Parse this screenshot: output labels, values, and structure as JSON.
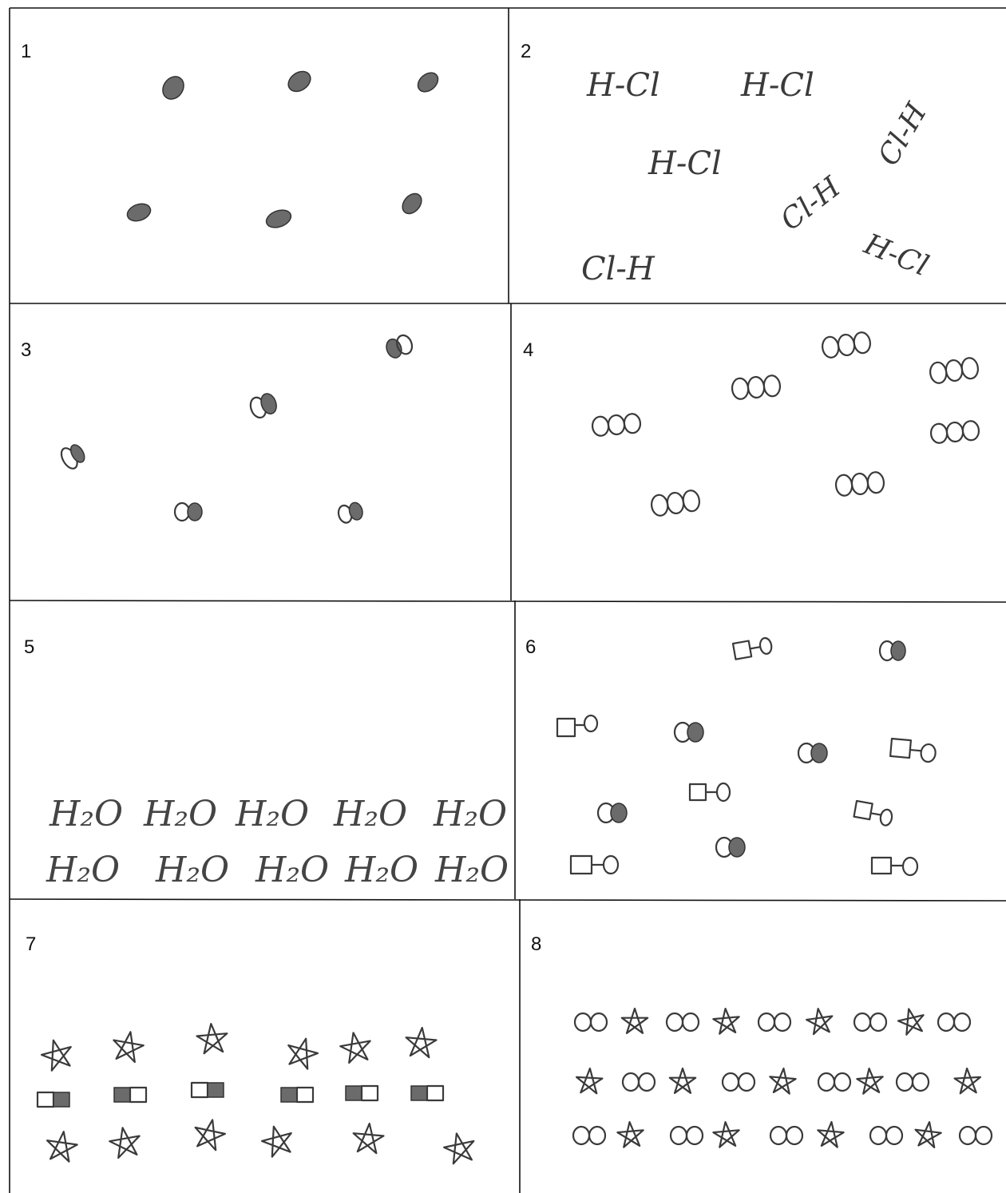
{
  "panels": [
    {
      "label": "1"
    },
    {
      "label": "2",
      "texts": [
        "H-Cl",
        "H-Cl",
        "H-Cl",
        "Cl-H",
        "Cl-H",
        "H-Cl",
        "Cl-H"
      ]
    },
    {
      "label": "3"
    },
    {
      "label": "4"
    },
    {
      "label": "5",
      "texts": [
        "H₂O",
        "H₂O",
        "H₂O",
        "H₂O",
        "H₂O",
        "H₂O",
        "H₂O",
        "H₂O",
        "H₂O",
        "H₂O"
      ]
    },
    {
      "label": "6"
    },
    {
      "label": "7"
    },
    {
      "label": "8"
    }
  ],
  "colors": {
    "ink": "#3a3a3a",
    "filled": "#6b6b6b",
    "lines": "#111111"
  }
}
